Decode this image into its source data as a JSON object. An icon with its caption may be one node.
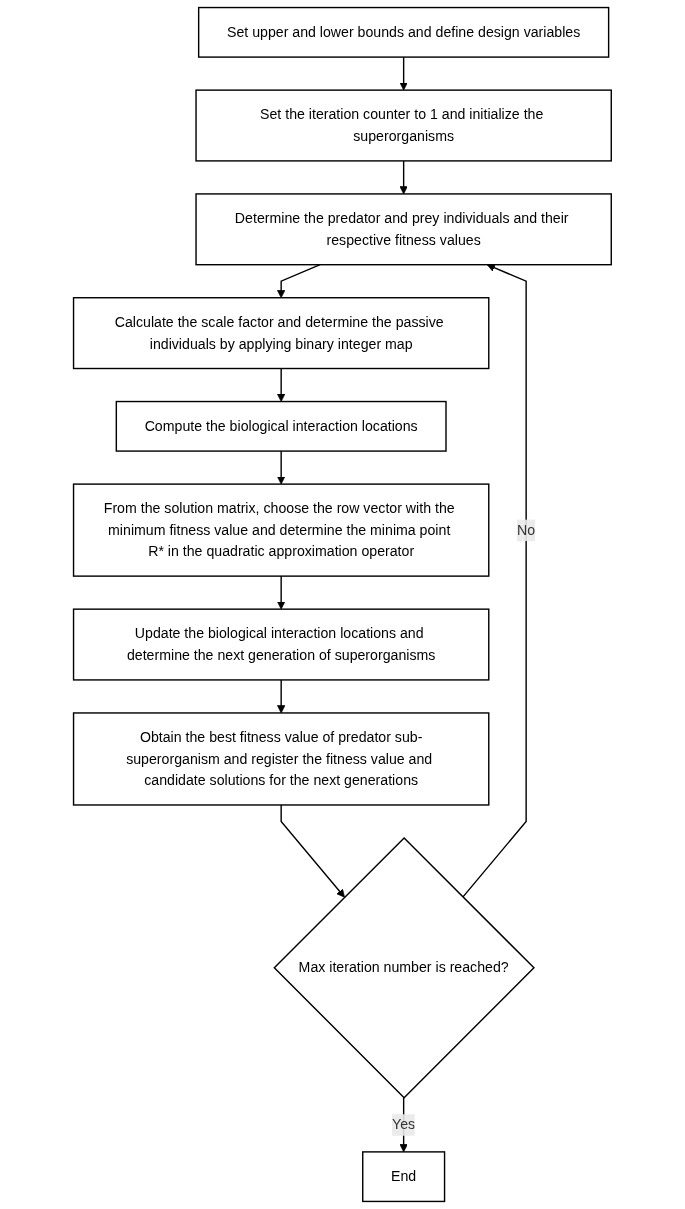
{
  "diagram": {
    "nodes": [
      {
        "text": [
          "Set upper and lower bounds and define design variables"
        ]
      },
      {
        "text": [
          "Set the iteration counter to 1 and initialize the superorganisms"
        ]
      },
      {
        "text": [
          "Determine the predator and prey individuals and their respective fitness values"
        ]
      },
      {
        "text": [
          "Calculate the scale factor and determine the passive individuals by applying binary integer map"
        ]
      },
      {
        "text": [
          "Compute the biological interaction locations"
        ]
      },
      {
        "text": [
          "From the solution matrix, choose the row vector with the minimum fitness value and determine the minima point R* in the quadratic approximation operator"
        ]
      },
      {
        "text": [
          "Update the biological interaction locations and determine the next generation of superorganisms"
        ]
      },
      {
        "text": [
          "Obtain the best fitness value of predator sub-superorganism and register the fitness value and candidate solutions for the next generations"
        ]
      },
      {
        "text": [
          "Max iteration number is reached?"
        ]
      },
      {
        "text": [
          "End"
        ]
      }
    ],
    "edges": [
      {
        "from": 0,
        "to": 1,
        "arrow": "to"
      },
      {
        "from": 1,
        "to": 2,
        "arrow": "to"
      },
      {
        "from": 2,
        "to": 3,
        "arrow": "to"
      },
      {
        "from": 3,
        "to": 4,
        "arrow": "to"
      },
      {
        "from": 4,
        "to": 5,
        "arrow": "to"
      },
      {
        "from": 5,
        "to": 6,
        "arrow": "to"
      },
      {
        "from": 6,
        "to": 7,
        "arrow": "to"
      },
      {
        "from": 7,
        "to": 8,
        "arrow": "to"
      },
      {
        "from": 8,
        "to": 2,
        "arrow": "to",
        "label": "No"
      },
      {
        "from": 8,
        "to": 9,
        "arrow": "to",
        "label": "Yes"
      }
    ]
  }
}
